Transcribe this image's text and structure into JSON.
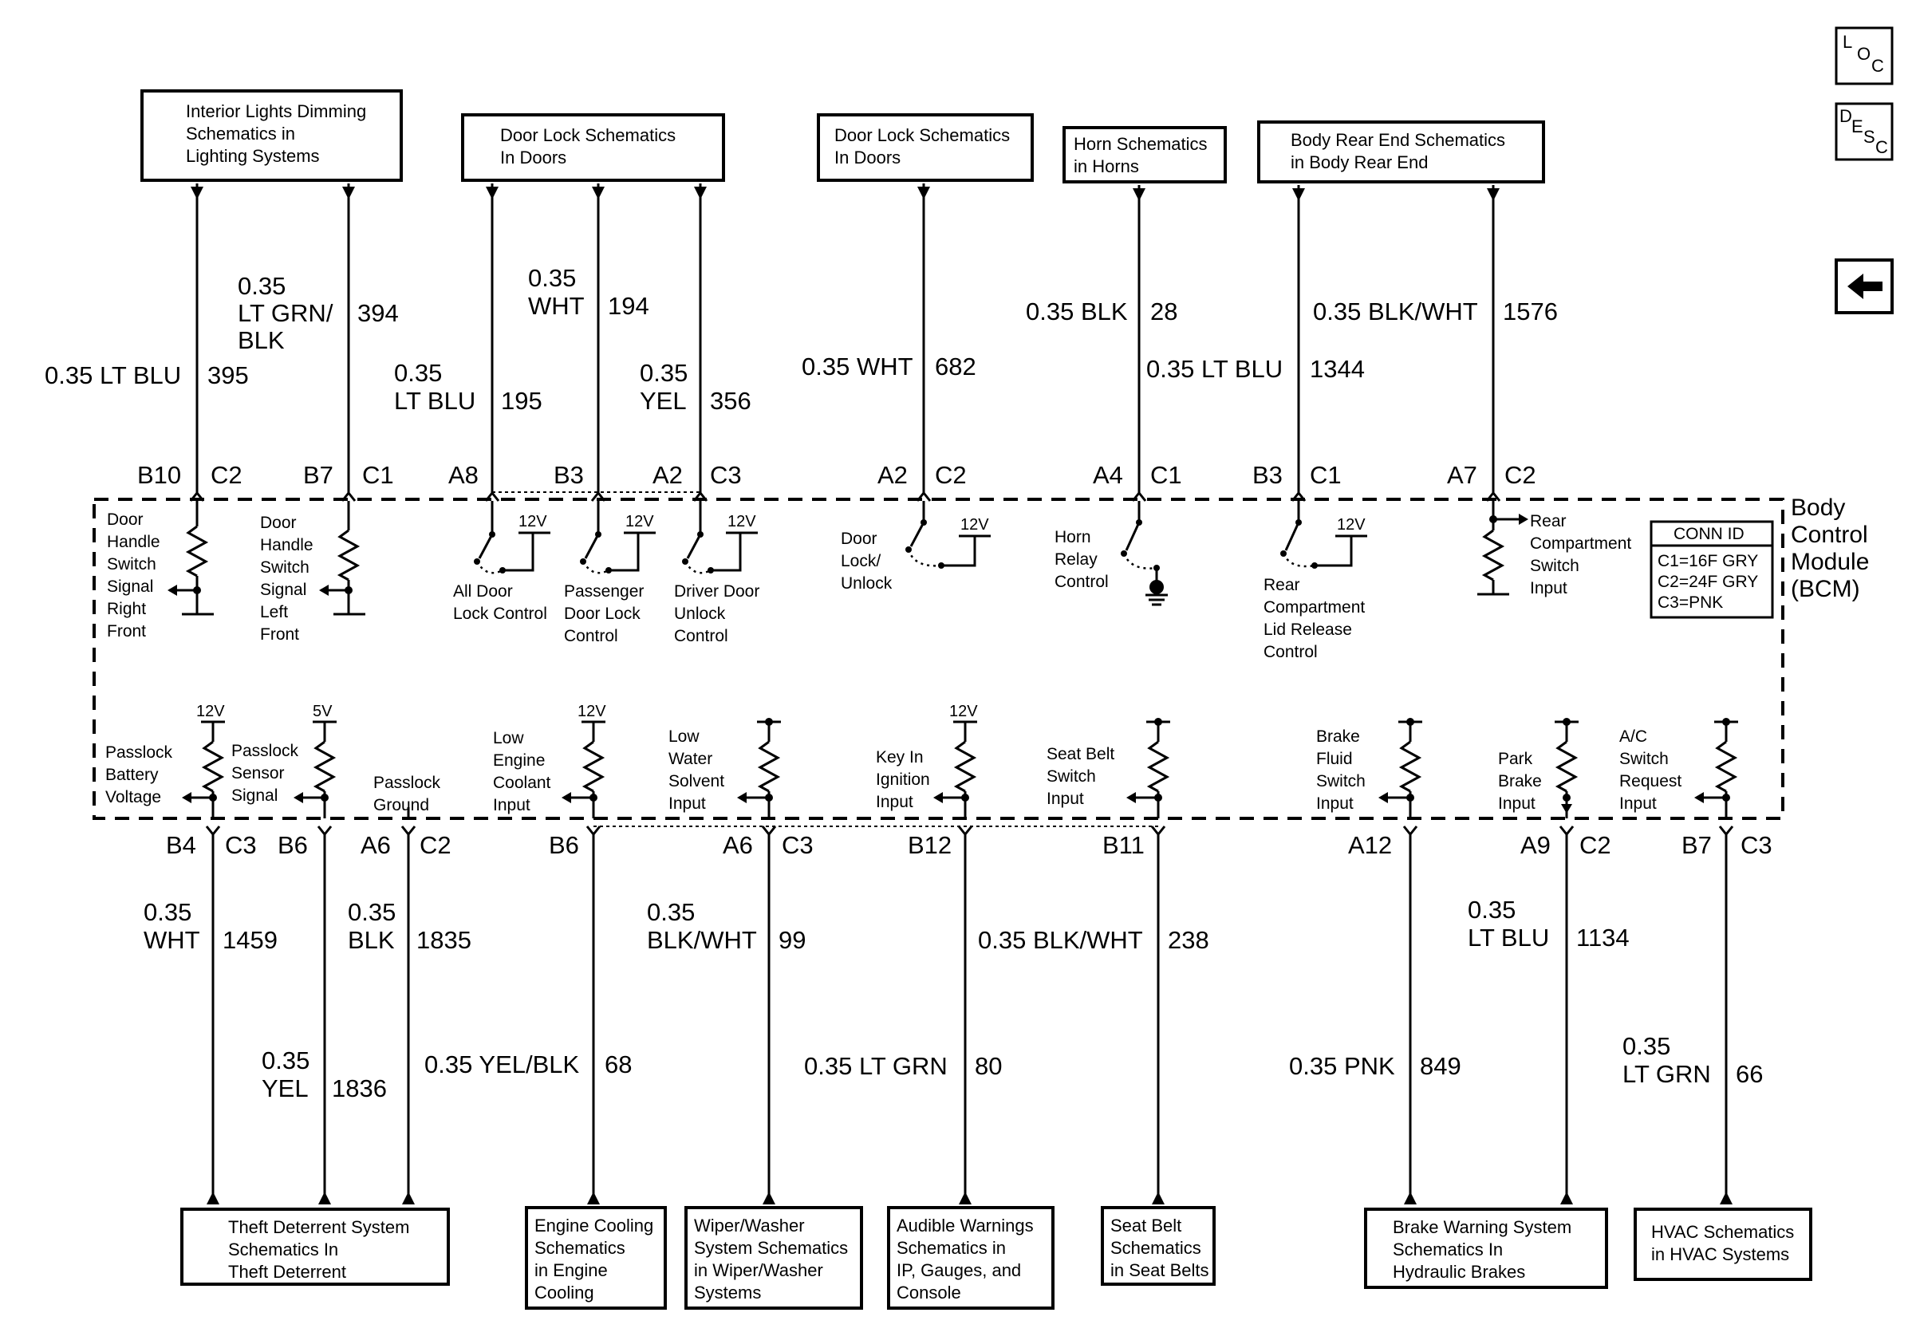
{
  "nav": {
    "loc": [
      "L",
      "O",
      "C"
    ],
    "desc": [
      "D",
      "E",
      "S",
      "C"
    ],
    "back_icon": "left-arrow-icon"
  },
  "top_boxes": [
    {
      "lines": [
        "Interior Lights Dimming",
        "Schematics in",
        "Lighting Systems"
      ]
    },
    {
      "lines": [
        "Door Lock Schematics",
        "In Doors"
      ]
    },
    {
      "lines": [
        "Door Lock Schematics",
        "In Doors"
      ]
    },
    {
      "lines": [
        "Horn Schematics",
        "in Horns"
      ]
    },
    {
      "lines": [
        "Body Rear End Schematics",
        "in Body Rear End"
      ]
    }
  ],
  "top_circuits": [
    {
      "color": [
        "0.35 LT BLU"
      ],
      "circuit": "395",
      "pin": "B10",
      "conn": "C2"
    },
    {
      "color": [
        "0.35",
        "LT GRN/",
        "BLK"
      ],
      "circuit": "394",
      "pin": "B7",
      "conn": "C1"
    },
    {
      "color": [
        "0.35",
        "LT BLU"
      ],
      "circuit": "195",
      "pin": "A8",
      "conn": ""
    },
    {
      "color": [
        "0.35",
        "WHT"
      ],
      "circuit": "194",
      "pin": "B3",
      "conn": ""
    },
    {
      "color": [
        "0.35",
        "YEL"
      ],
      "circuit": "356",
      "pin": "A2",
      "conn": "C3"
    },
    {
      "color": [
        "0.35 WHT"
      ],
      "circuit": "682",
      "pin": "A2",
      "conn": "C2"
    },
    {
      "color": [
        "0.35 BLK"
      ],
      "circuit": "28",
      "pin": "A4",
      "conn": "C1"
    },
    {
      "color": [
        "0.35 LT BLU"
      ],
      "circuit": "1344",
      "pin": "B3",
      "conn": "C1"
    },
    {
      "color": [
        "0.35 BLK/WHT"
      ],
      "circuit": "1576",
      "pin": "A7",
      "conn": "C2"
    }
  ],
  "bcm": {
    "title": [
      "Body",
      "Control",
      "Module",
      "(BCM)"
    ],
    "conn_id": {
      "title": "CONN ID",
      "rows": [
        "C1=16F GRY",
        "C2=24F GRY",
        "C3=PNK"
      ]
    },
    "top_labels": [
      [
        "Door",
        "Handle",
        "Switch",
        "Signal",
        "Right",
        "Front"
      ],
      [
        "Door",
        "Handle",
        "Switch",
        "Signal",
        "Left",
        "Front"
      ],
      [
        "All Door",
        "Lock Control"
      ],
      [
        "Passenger",
        "Door Lock",
        "Control"
      ],
      [
        "Driver Door",
        "Unlock",
        "Control"
      ],
      [
        "Door",
        "Lock/",
        "Unlock"
      ],
      [
        "Horn",
        "Relay",
        "Control"
      ],
      [
        "Rear",
        "Compartment",
        "Lid Release",
        "Control"
      ],
      [
        "Rear",
        "Compartment",
        "Switch",
        "Input"
      ]
    ],
    "bottom_labels": [
      [
        "Passlock",
        "Battery",
        "Voltage"
      ],
      [
        "Passlock",
        "Sensor",
        "Signal"
      ],
      [
        "Passlock",
        "Ground"
      ],
      [
        "Low",
        "Engine",
        "Coolant",
        "Input"
      ],
      [
        "Low",
        "Water",
        "Solvent",
        "Input"
      ],
      [
        "Key In",
        "Ignition",
        "Input"
      ],
      [
        "Seat Belt",
        "Switch",
        "Input"
      ],
      [
        "Brake",
        "Fluid",
        "Switch",
        "Input"
      ],
      [
        "Park",
        "Brake",
        "Input"
      ],
      [
        "A/C",
        "Switch",
        "Request",
        "Input"
      ]
    ],
    "voltages": {
      "v12": "12V",
      "v5": "5V"
    }
  },
  "bottom_circuits": [
    {
      "color": [
        "0.35",
        "WHT"
      ],
      "circuit": "1459",
      "pin": "B4",
      "conn": "C3"
    },
    {
      "color": [
        "0.35",
        "YEL"
      ],
      "circuit": "1836",
      "pin": "B6",
      "conn": ""
    },
    {
      "color": [
        "0.35",
        "BLK"
      ],
      "circuit": "1835",
      "pin": "A6",
      "conn": "C2"
    },
    {
      "color": [
        "0.35 YEL/BLK"
      ],
      "circuit": "68",
      "pin": "B6",
      "conn": ""
    },
    {
      "color": [
        "0.35",
        "BLK/WHT"
      ],
      "circuit": "99",
      "pin": "A6",
      "conn": "C3"
    },
    {
      "color": [
        "0.35 LT GRN"
      ],
      "circuit": "80",
      "pin": "B12",
      "conn": ""
    },
    {
      "color": [
        "0.35 BLK/WHT"
      ],
      "circuit": "238",
      "pin": "B11",
      "conn": ""
    },
    {
      "color": [
        "0.35 PNK"
      ],
      "circuit": "849",
      "pin": "A12",
      "conn": ""
    },
    {
      "color": [
        "0.35",
        "LT BLU"
      ],
      "circuit": "1134",
      "pin": "A9",
      "conn": "C2"
    },
    {
      "color": [
        "0.35",
        "LT GRN"
      ],
      "circuit": "66",
      "pin": "B7",
      "conn": "C3"
    }
  ],
  "bottom_boxes": [
    {
      "lines": [
        "Theft Deterrent System",
        "Schematics In",
        "Theft Deterrent"
      ]
    },
    {
      "lines": [
        "Engine Cooling",
        "Schematics",
        "in Engine",
        "Cooling"
      ]
    },
    {
      "lines": [
        "Wiper/Washer",
        "System Schematics",
        "in Wiper/Washer",
        "Systems"
      ]
    },
    {
      "lines": [
        "Audible Warnings",
        "Schematics in",
        "IP, Gauges, and",
        "Console"
      ]
    },
    {
      "lines": [
        "Seat Belt",
        "Schematics",
        "in Seat Belts"
      ]
    },
    {
      "lines": [
        "Brake Warning System",
        "Schematics In",
        "Hydraulic Brakes"
      ]
    },
    {
      "lines": [
        "HVAC Schematics",
        "in HVAC Systems"
      ]
    }
  ]
}
